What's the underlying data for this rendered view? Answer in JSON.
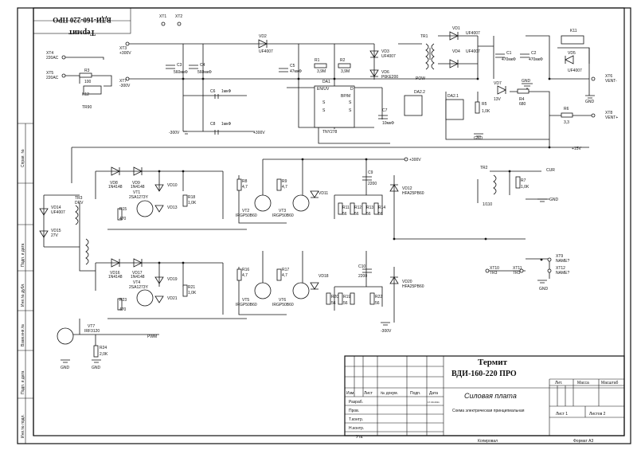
{
  "stamp": {
    "company": "Термит",
    "product": "ВДИ-160-220 ПРО",
    "sheet_title": "Силовая плата",
    "doc_type": "Схема электрическая принципиальная",
    "col_izm": "Изм.",
    "col_list": "Лист",
    "col_doc": "№ докум.",
    "col_sign": "Подп.",
    "col_date": "Дата",
    "row_razrab": "Разраб.",
    "row_prov": "Пров.",
    "row_tkontr": "Т.контр.",
    "row_nkontr": "Н.контр.",
    "row_utv": "Утв.",
    "lit": "Лит.",
    "mass": "Масса",
    "scale": "Масштаб",
    "sheet_no": "Лист 1",
    "sheets": "Листов 2",
    "copied": "Копировал",
    "format": "Формат А3",
    "date_small": "17.09.2011"
  },
  "side": {
    "mirror_title1": "Термит",
    "mirror_title2": "ВДИ-160-220 ПРО",
    "sprav": "Справ. №",
    "podp_date1": "Подп. и дата",
    "inv_dubl": "Инв.№ дубл.",
    "vzam_inv": "Взам.инв.№",
    "podp_date2": "Подп. и дата",
    "inv_podl": "Инв.№ подл."
  },
  "labels": {
    "xt1": "XT1",
    "xt2": "XT2",
    "xt3": "XT3",
    "xt3v": "+300V",
    "xt4": "XT4",
    "xt4v": "220AC",
    "xt5": "XT5",
    "xt5v": "220AC",
    "r3": "R3",
    "r3v": "100",
    "k12": "K12",
    "k12v": "TR90",
    "xt7": "XT7",
    "xt7v": "-300V",
    "c3": "C3",
    "c3v": "560мкФ",
    "c4": "C4",
    "c4v": "560мкФ",
    "vd2": "VD2",
    "vd2v": "UF4007",
    "c5": "C5",
    "c5v": "47мкФ",
    "r1": "R1",
    "r1v": "3,9M",
    "r2": "R2",
    "r2v": "3,9M",
    "vd3": "VD3",
    "vd3v": "UF4007",
    "vd6": "VD6",
    "vd6v": "P6KE200",
    "tr1": "TR1",
    "pow": "POW",
    "vd1": "VD1",
    "vd1v": "UF4007",
    "vd4": "VD4",
    "vd4v": "UF4007",
    "c1": "C1",
    "c1v": "470мкФ",
    "c2": "C2",
    "c2v": "470мкФ",
    "gnd": "GND",
    "k11": "K11",
    "vd5": "VD5",
    "vd5v": "UF4007",
    "xt6": "XT6",
    "xt6v": "VENT-",
    "da1": "DA1",
    "da1v": "TNY278",
    "da1en": "EN/UV",
    "da1bp": "BP/M",
    "da1d": "D",
    "da1s": "S",
    "c6": "C6",
    "c6v": "1мкФ",
    "c7": "C7",
    "c7v": "10мкФ",
    "da22": "DA2.2",
    "da21": "DA2.1",
    "r5": "R5",
    "r5v": "1,0K",
    "vd7": "VD7",
    "vd7v": "13V",
    "r4": "R4",
    "r4v": "680",
    "r6": "R6",
    "r6v": "3,3",
    "xt8": "XT8",
    "xt8v": "VENT+",
    "c8": "C8",
    "c8v": "1мкФ",
    "m300": "-300V",
    "p300": "+300V",
    "p15": "+15V",
    "vd8": "VD8",
    "vd8v": "1N4148",
    "vd9": "VD9",
    "vd9v": "1N4148",
    "vt1": "VT1",
    "vt1v": "2SA1273Y",
    "r15": "R15",
    "r15v": "470",
    "vd10": "VD10",
    "vd13": "VD13",
    "r18": "R18",
    "r18v": "1,0K",
    "r8": "R8",
    "r8v": "4,7",
    "r9": "R9",
    "r9v": "4,7",
    "vt2": "VT2",
    "vt2v": "IRGP50B60",
    "vt3": "VT3",
    "vt3v": "IRGP50B60",
    "vd11": "VD11",
    "c9": "C9",
    "c9v": "2200",
    "r11": "R11",
    "r12": "R12",
    "r13": "R13",
    "r14": "R14",
    "r56": "56",
    "vd12": "VD12",
    "vd12v": "HFA25PB60",
    "tr2": "TR2",
    "tr2v": "1/110",
    "r7": "R7",
    "r7v": "1,0K",
    "cur": "CUR",
    "vd14": "VD14",
    "vd14v": "UF4007",
    "vd15": "VD15",
    "vd15v": "27V",
    "tr3": "TR3",
    "tr3v": "DRV",
    "vd16": "VD16",
    "vd16v": "1N4148",
    "vd17": "VD17",
    "vd17v": "1N4148",
    "vt4": "VT4",
    "vt4v": "2SA1273Y",
    "r23": "R23",
    "r23v": "470",
    "vd19": "VD19",
    "vd21": "VD21",
    "r21": "R21",
    "r21v": "1,0K",
    "r16": "R16",
    "r16v": "4,7",
    "r17": "R17",
    "r17v": "4,7",
    "vt5": "VT5",
    "vt5v": "IRGP50B60",
    "vt6": "VT6",
    "vt6v": "IRGP50B60",
    "vd18": "VD18",
    "c10": "C10",
    "c10v": "2200",
    "r20": "R20",
    "r19": "R19",
    "r22": "R22",
    "vd20": "VD20",
    "vd20v": "HFA25PB60",
    "xt10": "XT10",
    "xt11": "XT11",
    "tr3b": "TR3",
    "xt9": "XT9",
    "xt9v": "NAME?",
    "xt12": "XT12",
    "xt12v": "NAME?",
    "vt7": "VT7",
    "vt7v": "IRF3120",
    "r24": "R24",
    "r24v": "2,0K",
    "pwm": "PWM"
  }
}
